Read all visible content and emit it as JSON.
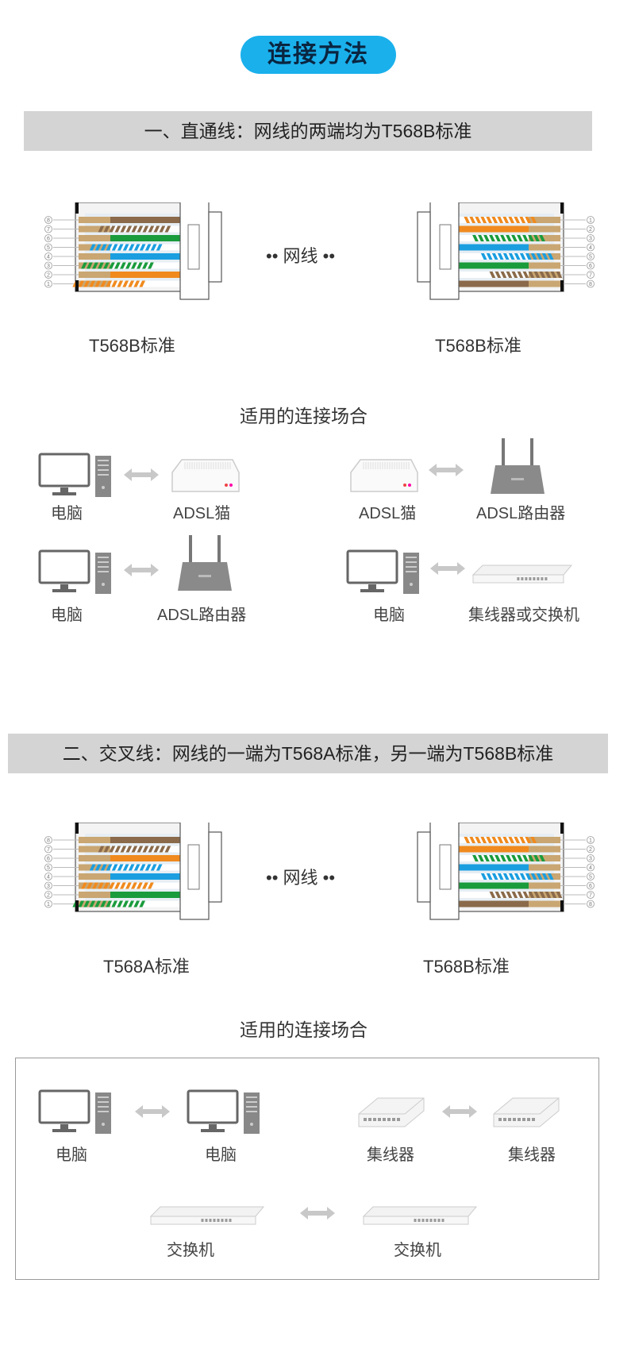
{
  "header": {
    "title": "连接方法"
  },
  "section1": {
    "title": "一、直通线：网线的两端均为T568B标准",
    "cable_label": "网线",
    "left_standard": "T568B标准",
    "right_standard": "T568B标准",
    "scenarios_title": "适用的连接场合",
    "scenarios": [
      {
        "a": "电脑",
        "b": "ADSL猫"
      },
      {
        "a": "ADSL猫",
        "b": "ADSL路由器"
      },
      {
        "a": "电脑",
        "b": "ADSL路由器"
      },
      {
        "a": "电脑",
        "b": "集线器或交换机"
      }
    ]
  },
  "section2": {
    "title": "二、交叉线：网线的一端为T568A标准，另一端为T568B标准",
    "cable_label": "网线",
    "left_standard": "T568A标准",
    "right_standard": "T568B标准",
    "scenarios_title": "适用的连接场合",
    "scenarios": [
      {
        "a": "电脑",
        "b": "电脑"
      },
      {
        "a": "集线器",
        "b": "集线器"
      },
      {
        "a": "交换机",
        "b": "交换机"
      }
    ]
  },
  "pin_numbers": [
    "8",
    "7",
    "6",
    "5",
    "4",
    "3",
    "2",
    "1"
  ],
  "colors": {
    "accent": "#1ab0ec",
    "orange": "#f08a1e",
    "green": "#1a9b3c",
    "blue": "#1a9ee0",
    "brown": "#8a6a4a",
    "tan": "#c9a672"
  }
}
